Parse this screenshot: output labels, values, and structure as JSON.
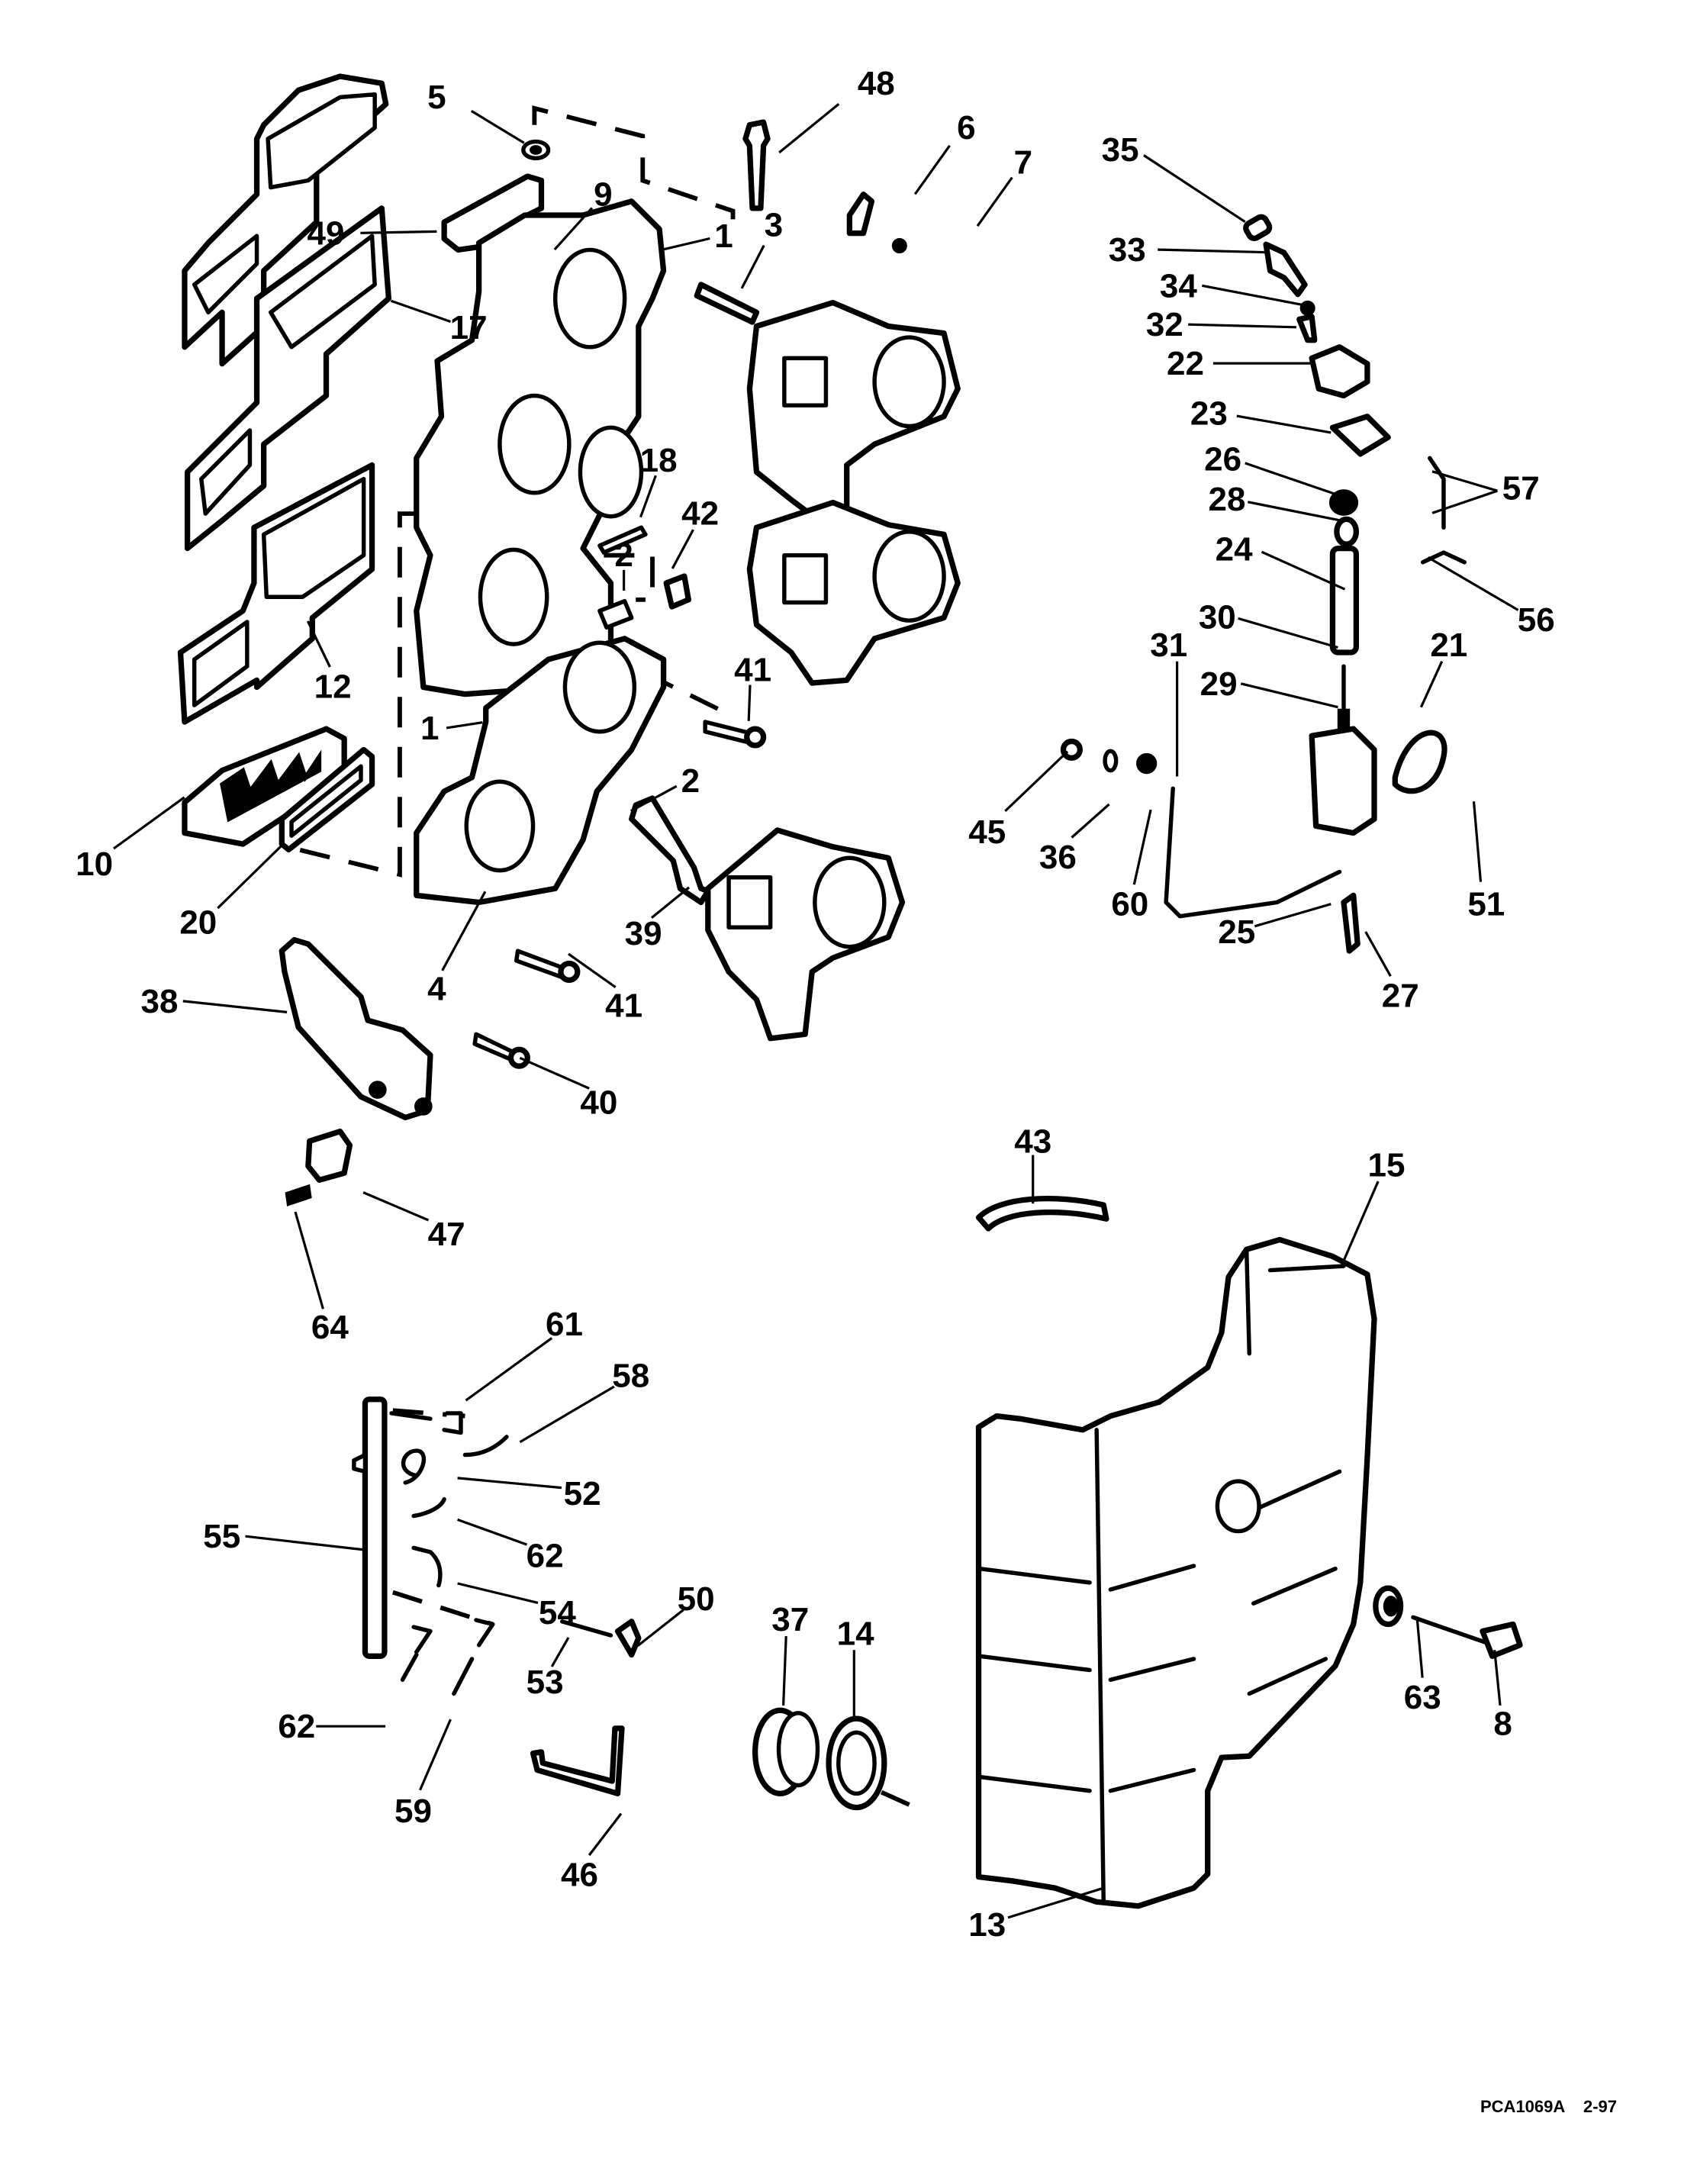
{
  "diagram": {
    "title": "Exploded parts diagram — intake manifold, carburetors, fuel primer and silencer",
    "footer": {
      "code": "PCA1069A",
      "date": "2-97"
    },
    "callouts": [
      {
        "id": "c-5",
        "label": "5",
        "part": "washer"
      },
      {
        "id": "c-48",
        "label": "48",
        "part": "bolt"
      },
      {
        "id": "c-49",
        "label": "49",
        "part": "bracket"
      },
      {
        "id": "c-9",
        "label": "9",
        "part": "washer"
      },
      {
        "id": "c-1a",
        "label": "1",
        "part": "intake-manifold-upper"
      },
      {
        "id": "c-3",
        "label": "3",
        "part": "stud"
      },
      {
        "id": "c-6",
        "label": "6",
        "part": "clip"
      },
      {
        "id": "c-7",
        "label": "7",
        "part": "screw"
      },
      {
        "id": "c-17",
        "label": "17",
        "part": "gasket"
      },
      {
        "id": "c-35",
        "label": "35",
        "part": "cap"
      },
      {
        "id": "c-33",
        "label": "33",
        "part": "fitting"
      },
      {
        "id": "c-34",
        "label": "34",
        "part": "o-ring"
      },
      {
        "id": "c-32",
        "label": "32",
        "part": "screw"
      },
      {
        "id": "c-22",
        "label": "22",
        "part": "primer-cover"
      },
      {
        "id": "c-23",
        "label": "23",
        "part": "diaphragm"
      },
      {
        "id": "c-26",
        "label": "26",
        "part": "seal"
      },
      {
        "id": "c-28",
        "label": "28",
        "part": "spring"
      },
      {
        "id": "c-24",
        "label": "24",
        "part": "plunger"
      },
      {
        "id": "c-57",
        "label": "57",
        "part": "hoses"
      },
      {
        "id": "c-56",
        "label": "56",
        "part": "tee-fitting"
      },
      {
        "id": "c-30",
        "label": "30",
        "part": "pin"
      },
      {
        "id": "c-31",
        "label": "31",
        "part": "ground-lead"
      },
      {
        "id": "c-29",
        "label": "29",
        "part": "spring"
      },
      {
        "id": "c-21",
        "label": "21",
        "part": "primer-solenoid"
      },
      {
        "id": "c-45",
        "label": "45",
        "part": "screw"
      },
      {
        "id": "c-36",
        "label": "36",
        "part": "washer"
      },
      {
        "id": "c-60",
        "label": "60",
        "part": "nut"
      },
      {
        "id": "c-51",
        "label": "51",
        "part": "clamp"
      },
      {
        "id": "c-25",
        "label": "25",
        "part": "lead"
      },
      {
        "id": "c-27",
        "label": "27",
        "part": "connector"
      },
      {
        "id": "c-18",
        "label": "18",
        "part": "screw"
      },
      {
        "id": "c-2a",
        "label": "2",
        "part": "fitting"
      },
      {
        "id": "c-42",
        "label": "42",
        "part": "plug"
      },
      {
        "id": "c-41a",
        "label": "41",
        "part": "screw"
      },
      {
        "id": "c-12",
        "label": "12",
        "part": "gasket"
      },
      {
        "id": "c-1b",
        "label": "1",
        "part": "intake-manifold-lower"
      },
      {
        "id": "c-2b",
        "label": "2",
        "part": "fitting"
      },
      {
        "id": "c-10",
        "label": "10",
        "part": "leaf-plate"
      },
      {
        "id": "c-20",
        "label": "20",
        "part": "gasket"
      },
      {
        "id": "c-39",
        "label": "39",
        "part": "hose"
      },
      {
        "id": "c-4",
        "label": "4",
        "part": "check-valve"
      },
      {
        "id": "c-41b",
        "label": "41",
        "part": "screw"
      },
      {
        "id": "c-38",
        "label": "38",
        "part": "bracket"
      },
      {
        "id": "c-40",
        "label": "40",
        "part": "screw"
      },
      {
        "id": "c-47",
        "label": "47",
        "part": "block"
      },
      {
        "id": "c-64",
        "label": "64",
        "part": "screw"
      },
      {
        "id": "c-61",
        "label": "61",
        "part": "hose"
      },
      {
        "id": "c-58",
        "label": "58",
        "part": "hose"
      },
      {
        "id": "c-52",
        "label": "52",
        "part": "clamp"
      },
      {
        "id": "c-55",
        "label": "55",
        "part": "recirculation-manifold"
      },
      {
        "id": "c-62a",
        "label": "62",
        "part": "hose"
      },
      {
        "id": "c-54",
        "label": "54",
        "part": "hose"
      },
      {
        "id": "c-50",
        "label": "50",
        "part": "tee-fitting"
      },
      {
        "id": "c-53",
        "label": "53",
        "part": "hose"
      },
      {
        "id": "c-62b",
        "label": "62",
        "part": "hose"
      },
      {
        "id": "c-59",
        "label": "59",
        "part": "hose"
      },
      {
        "id": "c-46",
        "label": "46",
        "part": "hose"
      },
      {
        "id": "c-43",
        "label": "43",
        "part": "hose"
      },
      {
        "id": "c-15",
        "label": "15",
        "part": "silencer-cover"
      },
      {
        "id": "c-37",
        "label": "37",
        "part": "grommet"
      },
      {
        "id": "c-14",
        "label": "14",
        "part": "grommet"
      },
      {
        "id": "c-63",
        "label": "63",
        "part": "grommet"
      },
      {
        "id": "c-8",
        "label": "8",
        "part": "screw"
      },
      {
        "id": "c-13",
        "label": "13",
        "part": "silencer-base"
      }
    ]
  }
}
